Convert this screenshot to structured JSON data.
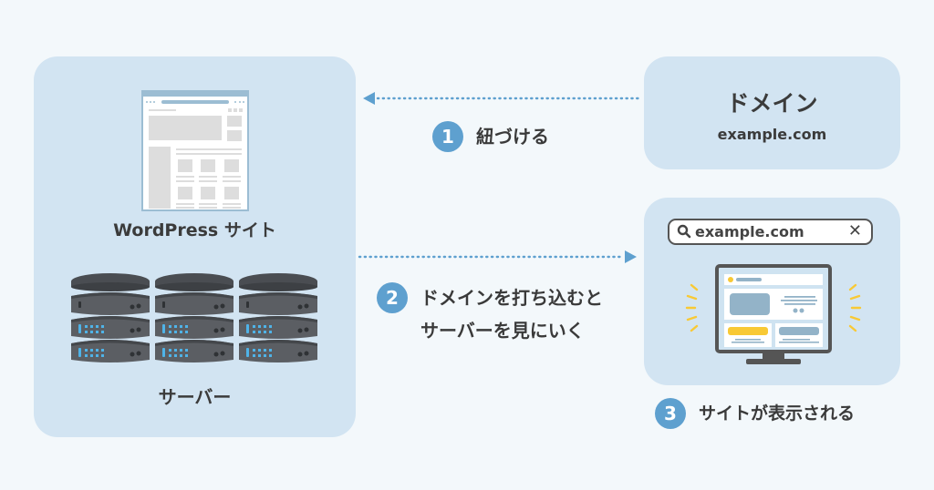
{
  "left_panel": {
    "wordpress_label": "WordPress サイト",
    "server_label": "サーバー",
    "wordpress_icon": "webpage-wireframe-icon",
    "server_icon": "server-rack-icon",
    "server_count": 3
  },
  "domain_panel": {
    "title": "ドメイン",
    "subtitle": "example.com"
  },
  "result_panel": {
    "search_value": "example.com",
    "search_icon": "search-icon",
    "clear_icon": "close-icon",
    "monitor_icon": "monitor-website-icon"
  },
  "steps": [
    {
      "number": "1",
      "text": "紐づける",
      "direction": "right-to-left"
    },
    {
      "number": "2",
      "text_line1": "ドメインを打ち込むと",
      "text_line2": "サーバーを見にいく",
      "direction": "left-to-right"
    },
    {
      "number": "3",
      "text": "サイトが表示される"
    }
  ],
  "colors": {
    "background": "#f3f8fb",
    "panel": "#d2e4f2",
    "accent": "#5ea0cf",
    "arrow": "#5ea0cf",
    "server_dark": "#4a4d52",
    "server_led": "#4fb3e8",
    "highlight_yellow": "#f8c935"
  }
}
